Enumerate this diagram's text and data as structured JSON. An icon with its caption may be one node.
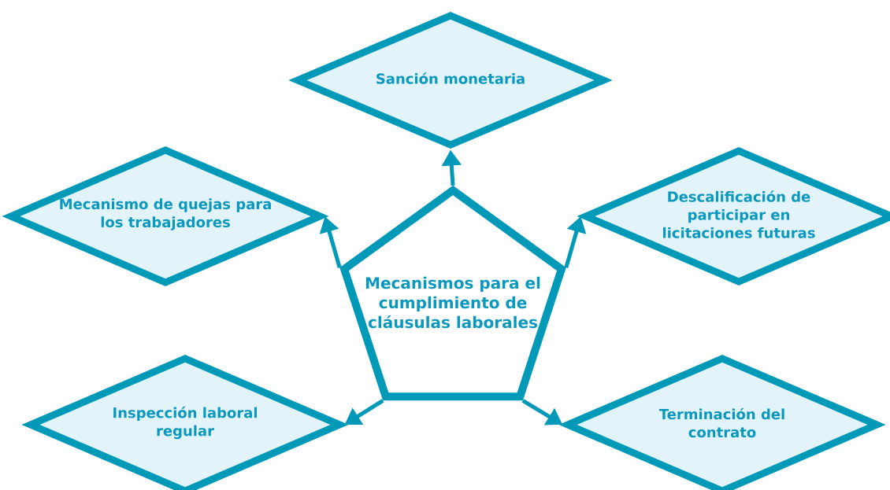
{
  "diagram": {
    "nodes": [
      {
        "text": [
          "Sanción monetaria"
        ]
      },
      {
        "text": [
          "Mecanismo de quejas para los trabajadores"
        ]
      },
      {
        "text": [
          "Descalificación de participar en licitaciones futuras"
        ]
      },
      {
        "text": [
          "Mecanismos para el cumplimiento de cláusulas laborales"
        ]
      },
      {
        "text": [
          "Inspección laboral regular"
        ]
      },
      {
        "text": [
          "Terminación del contrato"
        ]
      }
    ],
    "edges": [
      {
        "from": 3,
        "to": 0,
        "arrow": "to"
      },
      {
        "from": 3,
        "to": 1,
        "arrow": "to"
      },
      {
        "from": 3,
        "to": 2,
        "arrow": "to"
      },
      {
        "from": 3,
        "to": 4,
        "arrow": "to"
      },
      {
        "from": 3,
        "to": 5,
        "arrow": "to"
      }
    ]
  }
}
